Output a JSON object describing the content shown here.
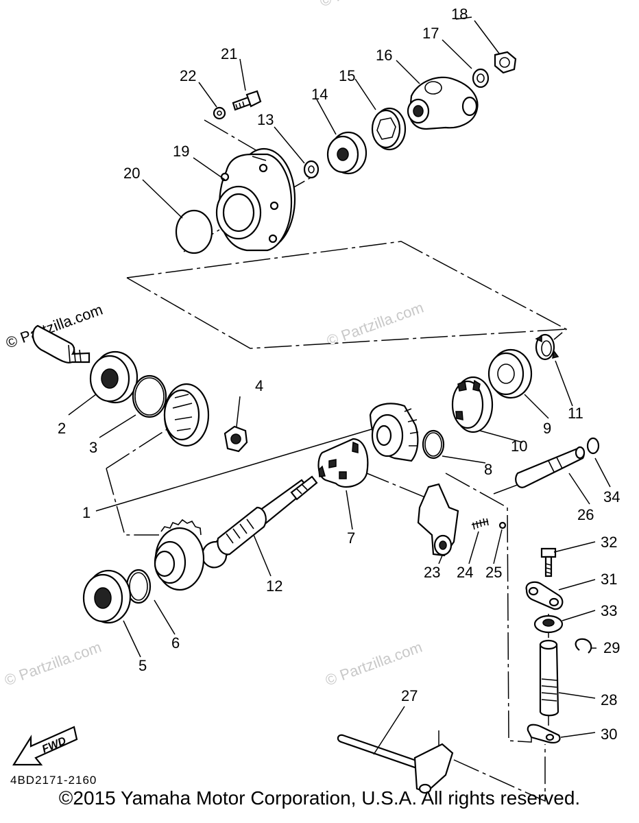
{
  "watermarks": [
    "© Partzilla.com",
    "© Partzilla.com",
    "© Partzilla.com",
    "© Partzilla.com",
    "© Partzilla.com"
  ],
  "part_numbers": [
    "1",
    "2",
    "3",
    "4",
    "5",
    "6",
    "7",
    "8",
    "9",
    "10",
    "11",
    "12",
    "13",
    "14",
    "15",
    "16",
    "17",
    "18",
    "19",
    "20",
    "21",
    "22",
    "23",
    "24",
    "25",
    "26",
    "27",
    "28",
    "29",
    "30",
    "31",
    "32",
    "33",
    "34"
  ],
  "fwd_label": "FWD",
  "diagram_code": "4BD2171-2160",
  "copyright": "©2015 Yamaha Motor Corporation, U.S.A. All rights reserved."
}
